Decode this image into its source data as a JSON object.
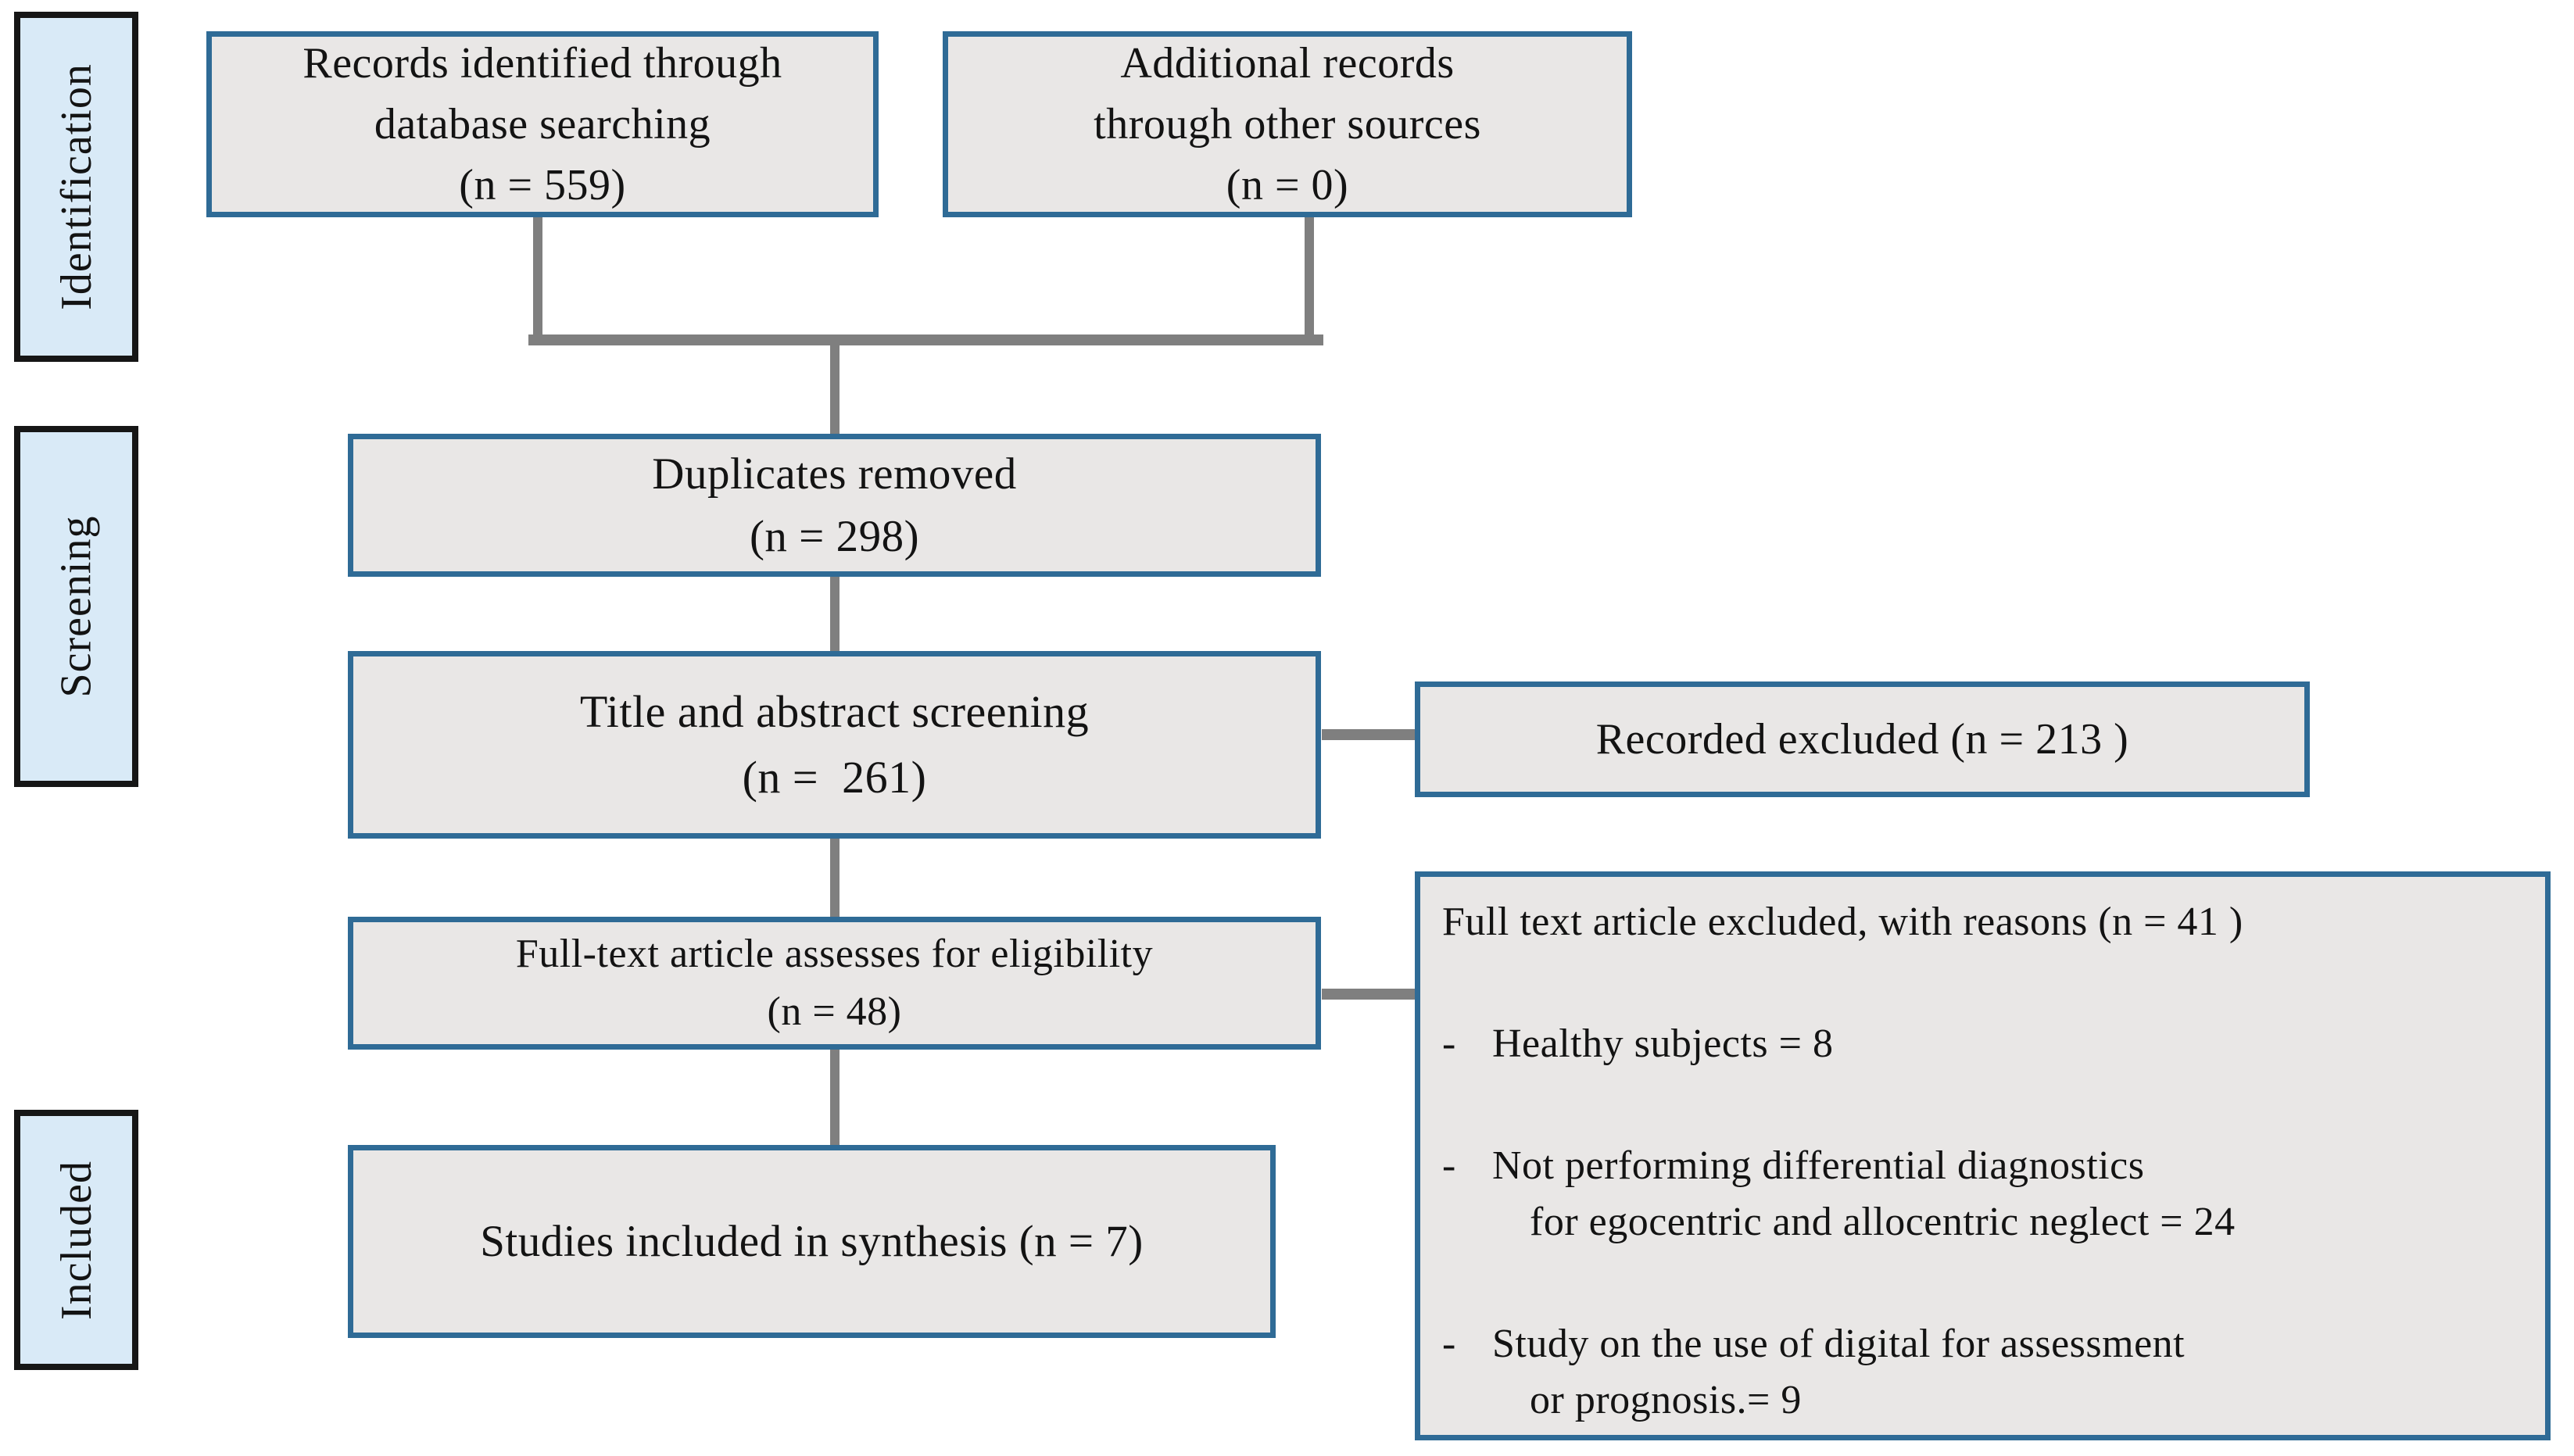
{
  "palette": {
    "background": "#ffffff",
    "box_fill": "#e9e7e6",
    "box_border": "#2f6b96",
    "stage_fill": "#d9eaf7",
    "stage_border": "#161616",
    "connector_gray": "#7f7f7f",
    "text": "#131313"
  },
  "sidebar": {
    "stages": [
      {
        "label": "Identification"
      },
      {
        "label": "Screening"
      },
      {
        "label": "Included"
      }
    ]
  },
  "flow": {
    "records": {
      "lines": [
        "Records identified through",
        "database searching",
        "(n = 559)"
      ]
    },
    "additional": {
      "lines": [
        "Additional records",
        "through other sources",
        "(n = 0)"
      ]
    },
    "duplicates": {
      "lines": [
        "Duplicates removed",
        "(n = 298)"
      ]
    },
    "title_screening": {
      "lines": [
        "Title and abstract screening",
        "(n =  261)"
      ]
    },
    "records_excluded": {
      "lines": [
        "Recorded excluded (n = 213 )"
      ]
    },
    "fulltext": {
      "lines": [
        "Full-text article assesses for eligibility",
        "(n = 48)"
      ]
    },
    "fulltext_excluded": {
      "heading": "Full text article excluded, with reasons (n = 41 )",
      "items": [
        {
          "marker": "-",
          "line1": "Healthy subjects = 8",
          "line2": ""
        },
        {
          "marker": "-",
          "line1": "Not performing differential diagnostics",
          "line2": "for egocentric and allocentric neglect = 24"
        },
        {
          "marker": "-",
          "line1": "Study on the use of digital for assessment",
          "line2": "or prognosis.= 9"
        }
      ]
    },
    "included_synthesis": {
      "lines": [
        "Studies included in synthesis (n = 7)"
      ]
    }
  }
}
